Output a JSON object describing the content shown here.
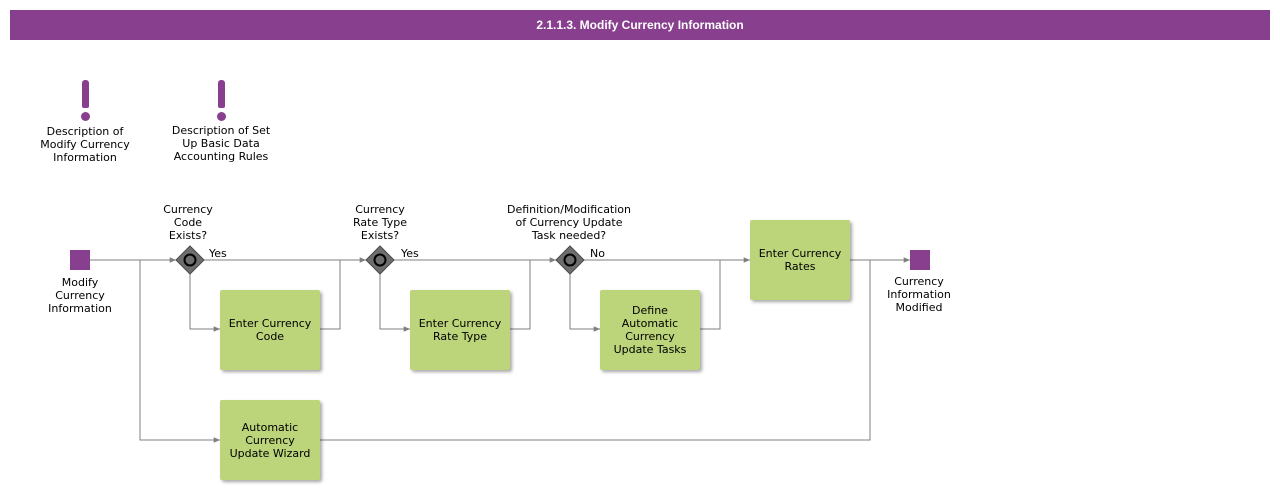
{
  "title": "2.1.1.3. Modify Currency Information",
  "colors": {
    "header": "#873f8e",
    "event": "#873f8e",
    "task_fill": "#bcd47a",
    "gateway": "#6e6e6e",
    "connector": "#7f7f7f"
  },
  "icons": {
    "annotation": "exclamation-mark-icon",
    "gateway": "exclusive-gateway-icon",
    "event": "event-square-icon"
  },
  "annotations": [
    {
      "label": "Description of\nModify Currency\nInformation"
    },
    {
      "label": "Description of Set\nUp Basic Data\nAccounting Rules"
    }
  ],
  "start_event": {
    "label": "Modify\nCurrency\nInformation"
  },
  "end_event": {
    "label": "Currency\nInformation\nModified"
  },
  "gateways": [
    {
      "question": "Currency\nCode\nExists?",
      "branch": "Yes"
    },
    {
      "question": "Currency\nRate Type\nExists?",
      "branch": "Yes"
    },
    {
      "question": "Definition/Modification\nof Currency Update\nTask needed?",
      "branch": "No"
    }
  ],
  "tasks": {
    "enter_currency_code": "Enter Currency\nCode",
    "enter_currency_rate_type": "Enter Currency\nRate Type",
    "define_automatic_tasks": "Define\nAutomatic\nCurrency\nUpdate Tasks",
    "enter_currency_rates": "Enter Currency\nRates",
    "automatic_update_wizard": "Automatic\nCurrency\nUpdate Wizard"
  }
}
